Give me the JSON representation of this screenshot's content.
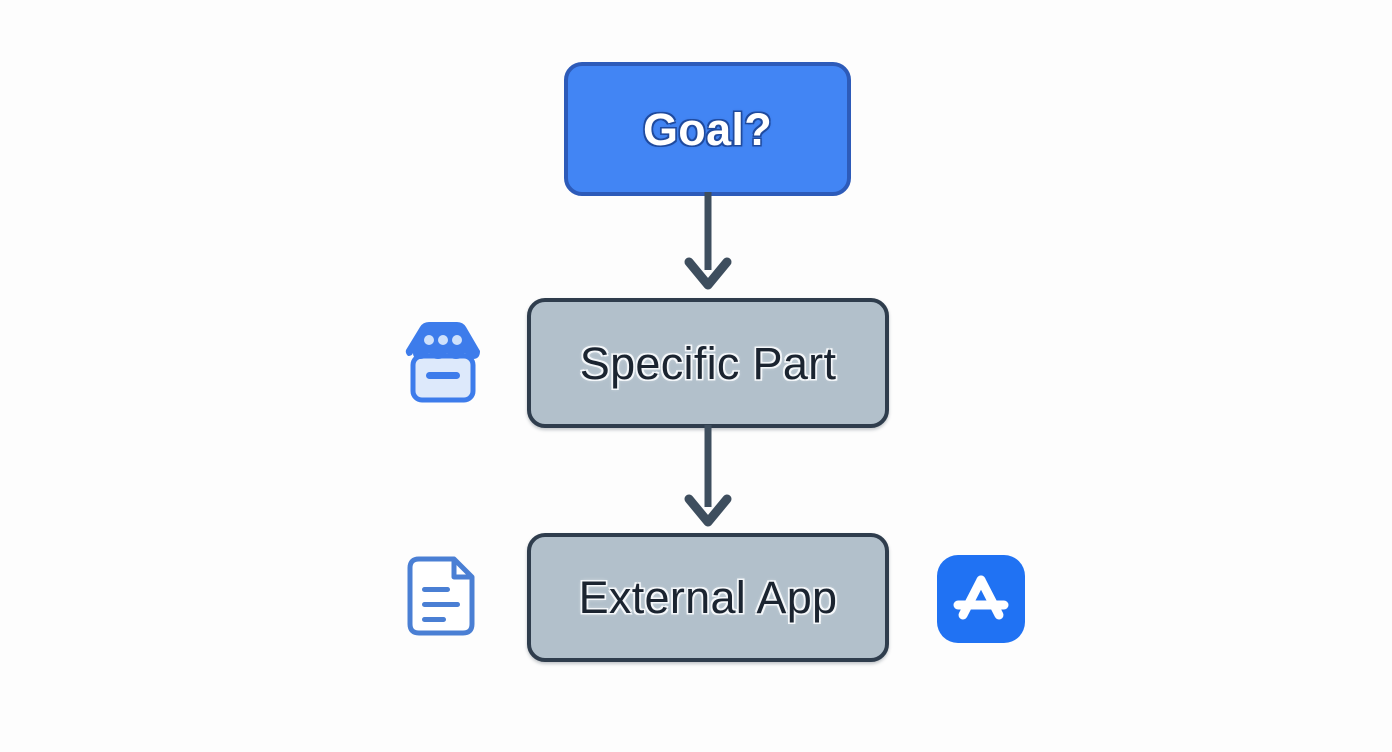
{
  "diagram": {
    "title": "Goal to External App flow",
    "background_color": "#fdfdfd",
    "nodes": [
      {
        "id": "goal",
        "label": "Goal?",
        "fill": "#4285f4",
        "stroke": "#2d5bb9",
        "text_color": "#ffffff"
      },
      {
        "id": "specific-part",
        "label": "Specific Part",
        "fill": "#b2c0cb",
        "stroke": "#2f3d4d",
        "text_color": "#1b2430"
      },
      {
        "id": "external-app",
        "label": "External App",
        "fill": "#b2c0cb",
        "stroke": "#2f3d4d",
        "text_color": "#1b2430"
      }
    ],
    "connectors": [
      {
        "id": "goal-to-specific",
        "from": "goal",
        "to": "specific-part",
        "direction": "down",
        "color": "#3e4e5e"
      },
      {
        "id": "specific-to-external",
        "from": "specific-part",
        "to": "external-app",
        "direction": "down",
        "color": "#3e4e5e"
      }
    ],
    "icons": [
      {
        "id": "storefront",
        "name": "storefront-icon",
        "near": "specific-part",
        "side": "left",
        "color": "#3d7ceb",
        "accent": "#dde9fb"
      },
      {
        "id": "document",
        "name": "document-icon",
        "near": "external-app",
        "side": "left",
        "color": "#4a7fd4",
        "accent": "#ffffff"
      },
      {
        "id": "appstore",
        "name": "app-store-icon",
        "near": "external-app",
        "side": "right",
        "color": "#2072f3",
        "accent": "#ffffff"
      }
    ]
  }
}
